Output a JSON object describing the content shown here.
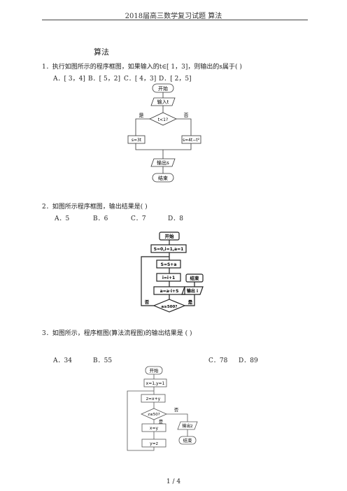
{
  "header": {
    "text": "2018届高三数学复习试题      算法"
  },
  "title": "算法",
  "q1": {
    "stem": "1．执行如图所示的程序框图，如果输入的t∈[ 1，3]，则输出的s属于(        )",
    "options": [
      "A．[ 3，4]",
      "B．[ 5，2]",
      "C．[ 4，3]",
      "D．[ 2，5]"
    ],
    "flow": {
      "start": "开始",
      "input": "输入t",
      "cond": "t<1?",
      "yes": "是",
      "no": "否",
      "left": "s=3t",
      "right": "s=4t−t²",
      "output": "输出s",
      "end": "结束"
    }
  },
  "q2": {
    "stem": "2．如图所示程序框图，输出结果是(        )",
    "options": [
      "A．5",
      "B．6",
      "C．7",
      "D．8"
    ],
    "flow": {
      "start": "开始",
      "init": "S=0,i=1,a=1",
      "s1": "S=S+a",
      "s2": "i=i+1",
      "s3": "a=a·i+S",
      "cond": "a≥500?",
      "no": "否",
      "yes": "是",
      "output": "输出 i",
      "end": "结束"
    }
  },
  "q3": {
    "stem": "3．如图所示，程序框图(算法流程图)的输出结果是    (        )",
    "options": [
      "A．34",
      "B．55",
      "C．78",
      "D．89"
    ],
    "flow": {
      "start": "开始",
      "init": "x=1,y=1",
      "s1": "z=x+y",
      "cond": "z≤50?",
      "yes": "是",
      "no": "否",
      "s2": "x=y",
      "s3": "y=z",
      "output": "输出z",
      "end": "结束"
    }
  },
  "footer": {
    "page": "1  /  4"
  }
}
